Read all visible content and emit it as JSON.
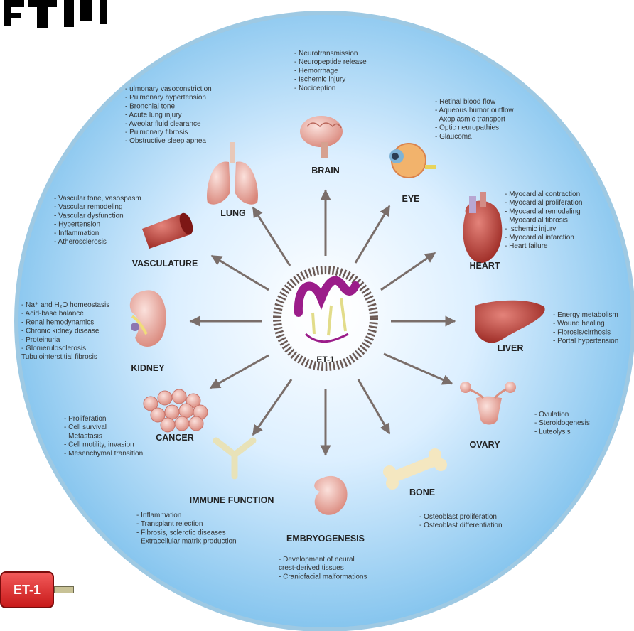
{
  "header_glyph": "ETA",
  "center": {
    "label": "ET-1"
  },
  "badge": {
    "label": "ET-1"
  },
  "organs": [
    {
      "key": "brain",
      "label": "BRAIN",
      "effects": [
        "- Neurotransmission",
        "- Neuropeptide release",
        "- Hemorrhage",
        "- Ischemic injury",
        "- Nociception"
      ]
    },
    {
      "key": "eye",
      "label": "EYE",
      "effects": [
        "- Retinal blood flow",
        "- Aqueous humor outflow",
        "- Axoplasmic transport",
        "- Optic neuropathies",
        "- Glaucoma"
      ]
    },
    {
      "key": "heart",
      "label": "HEART",
      "effects": [
        "- Myocardial contraction",
        "- Myocardial proliferation",
        "- Myocardial remodeling",
        "- Myocardial fibrosis",
        "- Ischemic injury",
        "- Myocardial infarction",
        "- Heart failure"
      ]
    },
    {
      "key": "liver",
      "label": "LIVER",
      "effects": [
        "- Energy metabolism",
        "- Wound healing",
        "- Fibrosis/cirrhosis",
        "- Portal hypertension"
      ]
    },
    {
      "key": "ovary",
      "label": "OVARY",
      "effects": [
        "- Ovulation",
        "- Steroidogenesis",
        "- Luteolysis"
      ]
    },
    {
      "key": "bone",
      "label": "BONE",
      "effects": [
        "- Osteoblast proliferation",
        "- Osteoblast differentiation"
      ]
    },
    {
      "key": "embryogenesis",
      "label": "EMBRYOGENESIS",
      "effects": [
        "- Development of neural",
        "  crest-derived tissues",
        "- Craniofacial malformations"
      ]
    },
    {
      "key": "immune",
      "label": "IMMUNE FUNCTION",
      "effects": [
        "- Inflammation",
        "- Transplant rejection",
        "- Fibrosis, sclerotic diseases",
        "- Extracellular matrix production"
      ]
    },
    {
      "key": "cancer",
      "label": "CANCER",
      "effects": [
        "- Proliferation",
        "- Cell survival",
        "- Metastasis",
        "- Cell motility, invasion",
        "- Mesenchymal transition"
      ]
    },
    {
      "key": "kidney",
      "label": "KIDNEY",
      "effects": [
        "- Na⁺ and H₂O homeostasis",
        "- Acid-base balance",
        "- Renal hemodynamics",
        "- Chronic kidney disease",
        "- Proteinuria",
        "- Glomerulosclerosis",
        "  Tubulointerstitial fibrosis"
      ]
    },
    {
      "key": "vasculature",
      "label": "VASCULATURE",
      "effects": [
        "- Vascular tone, vasospasm",
        "- Vascular remodeling",
        "- Vascular dysfunction",
        "- Hypertension",
        "- Inflammation",
        "- Atherosclerosis"
      ]
    },
    {
      "key": "lung",
      "label": "LUNG",
      "effects": [
        "- ulmonary vasoconstriction",
        "- Pulmonary hypertension",
        "- Bronchial tone",
        "- Acute lung injury",
        "- Aveolar fluid clearance",
        "- Pulmonary fibrosis",
        "- Obstructive sleep apnea"
      ]
    }
  ]
}
